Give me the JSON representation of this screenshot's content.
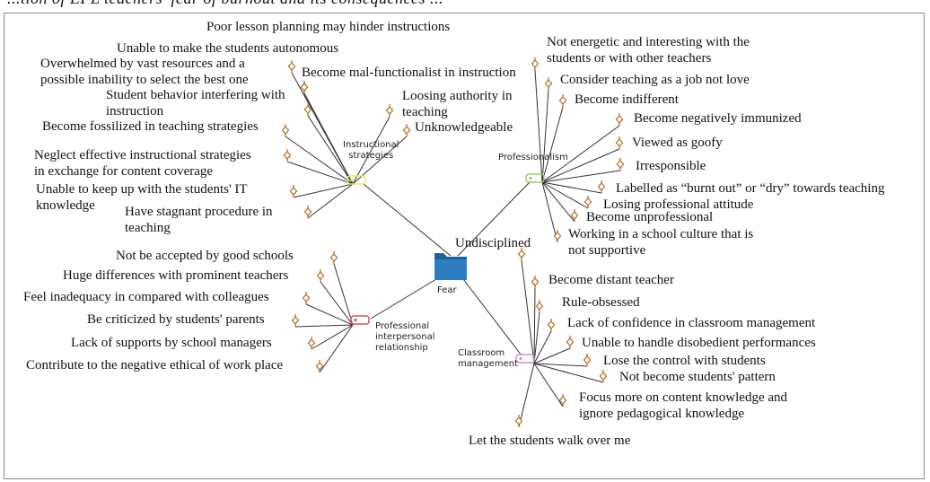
{
  "caption": "...tion of EFL teachers' fear of burnout and its consequences ...",
  "center": {
    "label": "Fear",
    "icon": "folder-icon"
  },
  "categories": {
    "instructional": "Instructional\nstrategies",
    "professionalism": "Professionalism",
    "interpersonal": "Professional\ninterpersonal\nrelationship",
    "classroom": "Classroom\nmanagement"
  },
  "colors": {
    "instructional_tag": "#e8e85a",
    "professionalism_tag": "#8fcf6a",
    "interpersonal_tag": "#d9534f",
    "classroom_tag": "#d98ccc",
    "node_icon": "#b8732e",
    "folder": "#2d7fc1"
  },
  "nodes": {
    "instructional": [
      "Poor lesson planning may hinder instructions",
      "Unable to make the students autonomous",
      "Overwhelmed by vast resources and a\npossible inability to select the best one",
      "Become mal-functionalist in instruction",
      "Student behavior interfering with\ninstruction",
      "Loosing authority in\nteaching",
      "Unknowledgeable",
      "Become fossilized in teaching strategies",
      "Neglect effective instructional strategies\nin exchange for content coverage",
      "Unable to keep up with the students' IT\nknowledge",
      "Have stagnant procedure in\nteaching"
    ],
    "professionalism": [
      "Not energetic and interesting with the\nstudents or with other teachers",
      "Consider teaching as a job not love",
      "Become indifferent",
      "Become negatively immunized",
      "Viewed as goofy",
      "Irresponsible",
      "Labelled as “burnt out” or “dry” towards teaching",
      "Losing professional attitude",
      "Become unprofessional",
      "Working in a school culture that is\nnot supportive"
    ],
    "interpersonal": [
      "Not be accepted by good schools",
      "Huge differences with prominent teachers",
      "Feel inadequacy in compared with colleagues",
      "Be criticized by students' parents",
      "Lack of supports by school managers",
      "Contribute to the negative ethical of work place"
    ],
    "classroom": [
      "Undisciplined",
      "Become distant teacher",
      "Rule-obsessed",
      "Lack of confidence in classroom management",
      "Unable to handle disobedient performances",
      "Lose the control with students",
      "Not become students' pattern",
      "Focus more on content knowledge and\nignore pedagogical knowledge",
      "Let the students walk over me"
    ]
  }
}
